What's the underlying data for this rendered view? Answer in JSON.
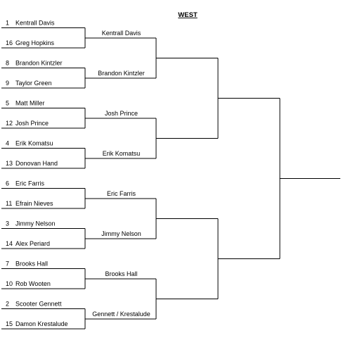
{
  "region": "WEST",
  "round1": [
    {
      "seed": "1",
      "name": "Kentrall Davis"
    },
    {
      "seed": "16",
      "name": "Greg Hopkins"
    },
    {
      "seed": "8",
      "name": "Brandon Kintzler"
    },
    {
      "seed": "9",
      "name": "Taylor Green"
    },
    {
      "seed": "5",
      "name": "Matt Miller"
    },
    {
      "seed": "12",
      "name": "Josh Prince"
    },
    {
      "seed": "4",
      "name": "Erik Komatsu"
    },
    {
      "seed": "13",
      "name": "Donovan Hand"
    },
    {
      "seed": "6",
      "name": "Eric Farris"
    },
    {
      "seed": "11",
      "name": "Efrain Nieves"
    },
    {
      "seed": "3",
      "name": "Jimmy Nelson"
    },
    {
      "seed": "14",
      "name": "Alex Periard"
    },
    {
      "seed": "7",
      "name": "Brooks Hall"
    },
    {
      "seed": "10",
      "name": "Rob Wooten"
    },
    {
      "seed": "2",
      "name": "Scooter Gennett"
    },
    {
      "seed": "15",
      "name": "Damon Krestalude"
    }
  ],
  "round2": [
    "Kentrall Davis",
    "Brandon Kintzler",
    "Josh Prince",
    "Erik Komatsu",
    "Eric Farris",
    "Jimmy Nelson",
    "Brooks Hall",
    "Gennett / Krestalude"
  ],
  "round3": [
    "",
    "",
    "",
    ""
  ],
  "round4": [
    "",
    ""
  ],
  "round5": [
    ""
  ]
}
